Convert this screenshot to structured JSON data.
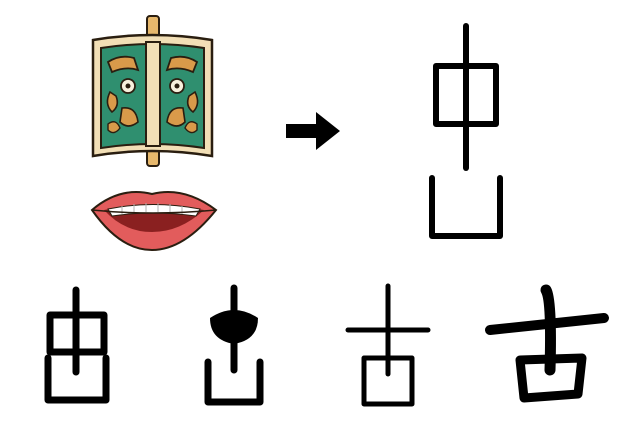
{
  "diagram": {
    "top_row": {
      "components": [
        {
          "icon": "bronze-shield-mask-icon",
          "colors": {
            "panel": "#2f8f6f",
            "frame": "#f2dfb6",
            "accent": "#d99a4a",
            "stroke": "#2a1e10"
          }
        },
        {
          "icon": "lips-mouth-icon",
          "colors": {
            "lips": "#e25c5c",
            "teeth": "#ffffff",
            "inner": "#8a2020"
          }
        }
      ],
      "arrow_icon": "right-arrow-icon",
      "result_glyph_icon": "ancient-gu-glyph-icon"
    },
    "evolution_row": [
      {
        "stage": 1,
        "icon": "gu-oracle-glyph-icon"
      },
      {
        "stage": 2,
        "icon": "gu-bronze-glyph-icon"
      },
      {
        "stage": 3,
        "icon": "gu-seal-glyph-icon"
      },
      {
        "stage": 4,
        "icon": "gu-regular-glyph-icon"
      }
    ]
  },
  "colors": {
    "ink": "#000000",
    "background": "#ffffff"
  }
}
